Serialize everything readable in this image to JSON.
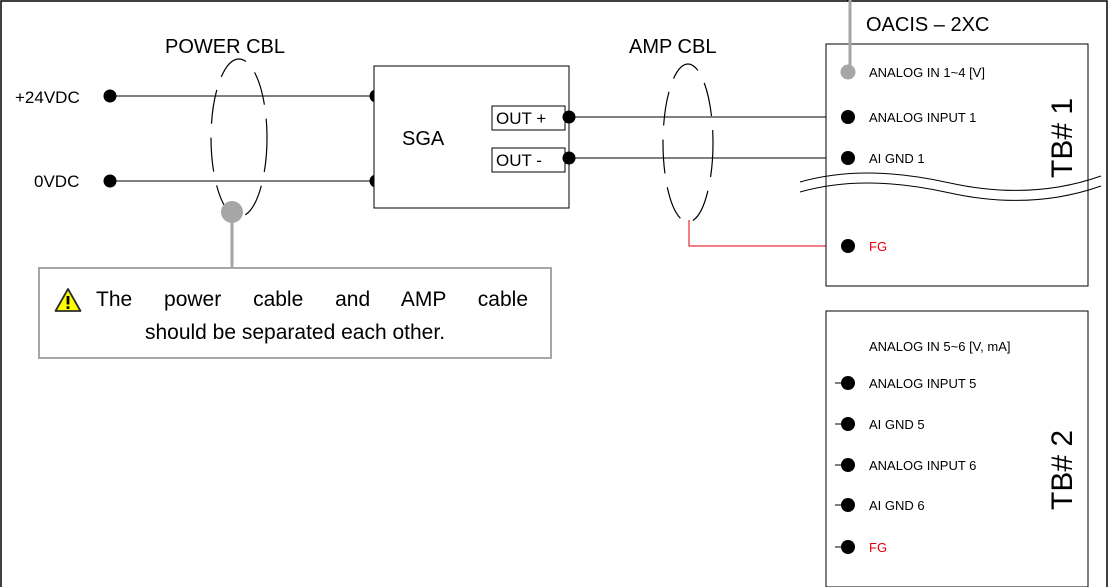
{
  "power": {
    "cable_label": "POWER CBL",
    "plus_label": "+24VDC",
    "zero_label": "0VDC"
  },
  "sga": {
    "label": "SGA",
    "out_plus": "OUT +",
    "out_minus": "OUT -"
  },
  "amp": {
    "cable_label": "AMP CBL"
  },
  "oacis": {
    "title": "OACIS – 2XC"
  },
  "tb1": {
    "label": "TB# 1",
    "header": "ANALOG IN 1~4 [V]",
    "pins": [
      "ANALOG INPUT 1",
      "AI GND 1",
      "FG"
    ]
  },
  "tb2": {
    "label": "TB# 2",
    "header": "ANALOG IN 5~6 [V, mA]",
    "pins": [
      "ANALOG INPUT 5",
      "AI GND 5",
      "ANALOG INPUT 6",
      "AI GND 6",
      "FG"
    ]
  },
  "note": {
    "line1": "The power cable and AMP cable",
    "line2": "should be separated each other."
  },
  "colors": {
    "fg_wire": "#e0000b",
    "shield_marker": "#a6a6a6",
    "warning": "#ffff00"
  },
  "icons": {
    "warning": "warning-triangle-icon"
  }
}
